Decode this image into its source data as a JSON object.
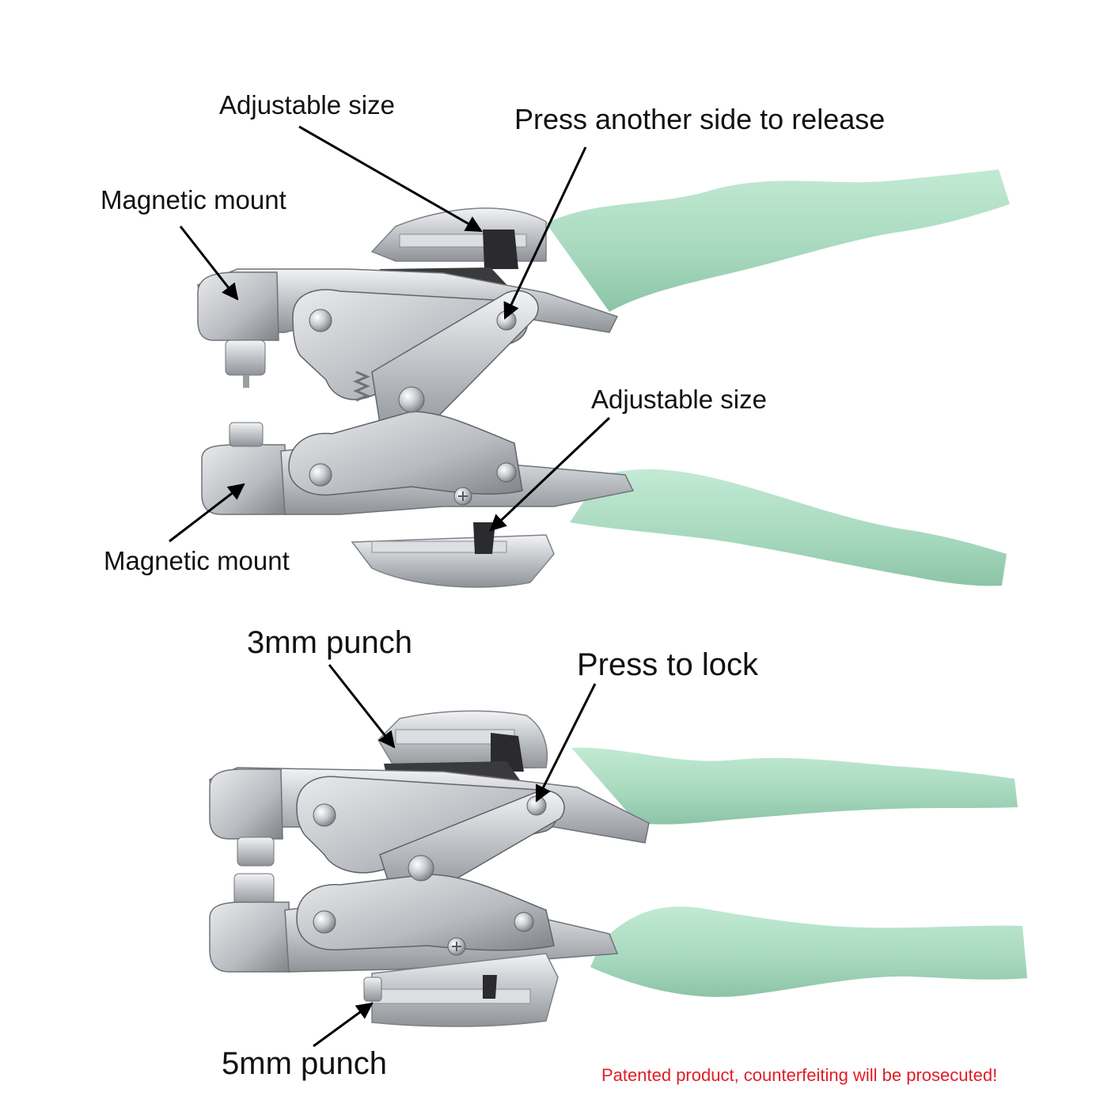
{
  "labels": {
    "top_adjustable_size_upper": "Adjustable size",
    "top_press_release": "Press another side to release",
    "top_magnetic_mount_upper": "Magnetic mount",
    "top_adjustable_size_lower": "Adjustable size",
    "top_magnetic_mount_lower": "Magnetic mount",
    "bottom_3mm_punch": "3mm punch",
    "bottom_press_lock": "Press to lock",
    "bottom_5mm_punch": "5mm punch"
  },
  "notice": "Patented product, counterfeiting will be prosecuted!",
  "colors": {
    "handle": "#a9dcc0",
    "metal": "#c9ccd0",
    "metal_dark": "#8d9196",
    "notice": "#e01e26",
    "arrow": "#000000"
  }
}
